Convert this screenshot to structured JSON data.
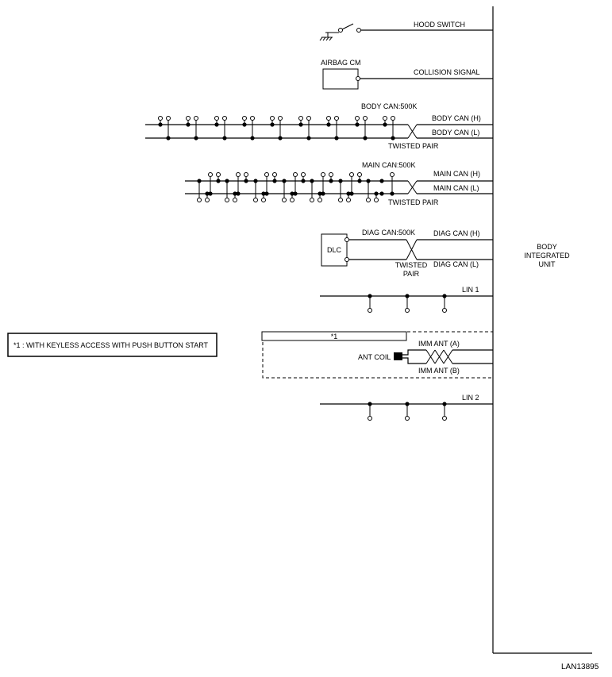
{
  "diagram": {
    "code": "LAN13895",
    "unit_label_lines": [
      "BODY",
      "INTEGRATED",
      "UNIT"
    ],
    "hood_switch": "HOOD SWITCH",
    "airbag_cm": "AIRBAG CM",
    "collision_signal": "COLLISION SIGNAL",
    "body_can": {
      "title": "BODY CAN:500K",
      "high": "BODY CAN (H)",
      "low": "BODY CAN (L)",
      "twisted": "TWISTED PAIR"
    },
    "main_can": {
      "title": "MAIN CAN:500K",
      "high": "MAIN CAN (H)",
      "low": "MAIN CAN (L)",
      "twisted": "TWISTED PAIR"
    },
    "diag_can": {
      "title": "DIAG CAN:500K",
      "high": "DIAG CAN (H)",
      "low": "DIAG CAN (L)",
      "twisted_lines": [
        "TWISTED",
        "PAIR"
      ],
      "dlc": "DLC"
    },
    "lin1": "LIN 1",
    "lin2": "LIN 2",
    "imm": {
      "ref": "*1",
      "ant_a": "IMM ANT (A)",
      "ant_b": "IMM ANT (B)",
      "ant_coil": "ANT COIL"
    },
    "note": "*1 : WITH KEYLESS ACCESS WITH PUSH BUTTON START"
  }
}
